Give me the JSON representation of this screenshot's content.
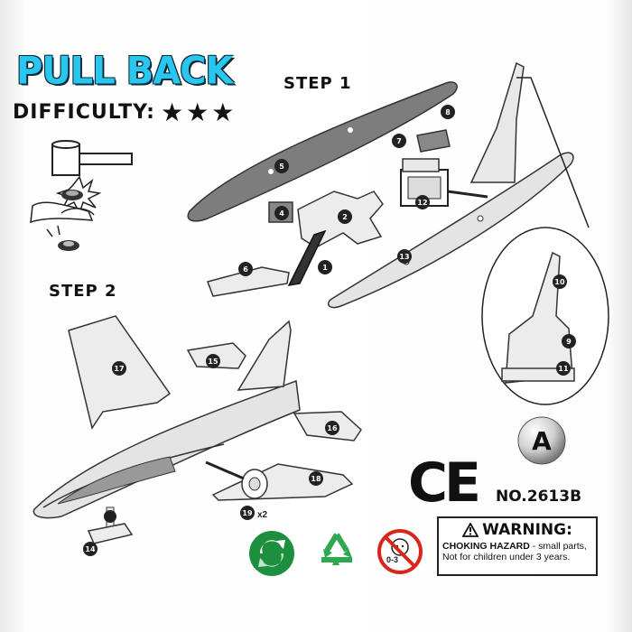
{
  "title": "PULL BACK",
  "difficulty": {
    "label": "DIFFICULTY:",
    "stars": "★★★",
    "level": 3
  },
  "steps": {
    "step1": "STEP 1",
    "step2": "STEP 2"
  },
  "parts_step1": [
    "1",
    "2",
    "4",
    "5",
    "6",
    "7",
    "8",
    "12",
    "13"
  ],
  "parts_detail": [
    "9",
    "10",
    "11"
  ],
  "parts_step2": [
    "14",
    "15",
    "16",
    "17",
    "18",
    "19"
  ],
  "wheel_qty": "x2",
  "grade_letter": "A",
  "model_number": "NO.2613B",
  "warning": {
    "title": "WARNING:",
    "hazard": "CHOKING HAZARD",
    "detail": " - small parts,",
    "line2": "Not for children under 3 years."
  },
  "age_label": "0-3",
  "ce_mark": "CE",
  "icons": [
    "hammer-icon",
    "green-dot-icon",
    "recycle-icon",
    "no-under-3-icon",
    "warning-triangle-icon"
  ],
  "colors": {
    "title": "#29c6ef",
    "recycle": "#2fa84f",
    "green_dot": "#1d8f3f",
    "prohibit": "#d9261c"
  }
}
